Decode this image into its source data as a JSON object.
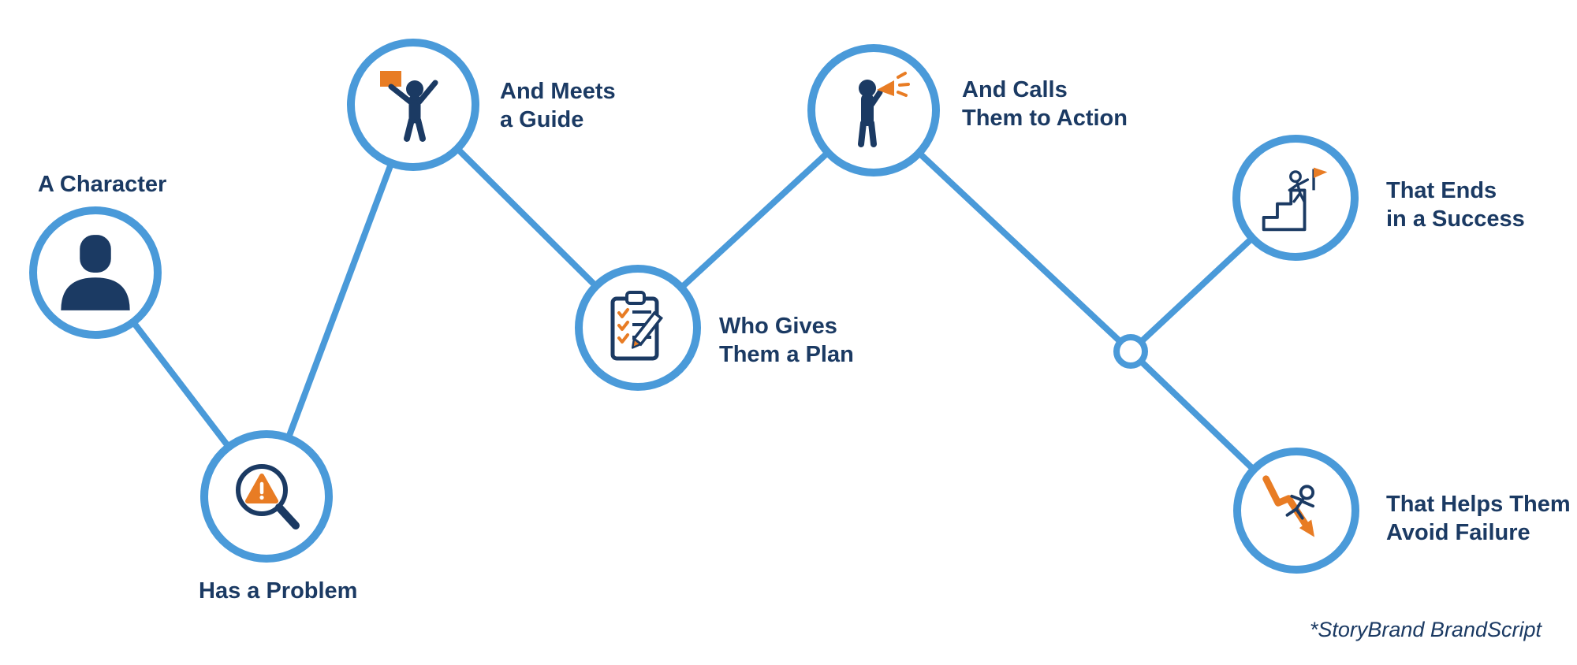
{
  "diagram": {
    "nodes": [
      {
        "id": "character",
        "label_lines": [
          "A Character"
        ],
        "icon": "person-icon"
      },
      {
        "id": "problem",
        "label_lines": [
          "Has a Problem"
        ],
        "icon": "magnifier-warning-icon"
      },
      {
        "id": "guide",
        "label_lines": [
          "And Meets",
          "a Guide"
        ],
        "icon": "flag-person-icon"
      },
      {
        "id": "plan",
        "label_lines": [
          "Who Gives",
          "Them a Plan"
        ],
        "icon": "clipboard-checklist-icon"
      },
      {
        "id": "action",
        "label_lines": [
          "And Calls",
          "Them to Action"
        ],
        "icon": "megaphone-person-icon"
      },
      {
        "id": "success",
        "label_lines": [
          "That Ends",
          "in a Success"
        ],
        "icon": "summit-flag-icon"
      },
      {
        "id": "failure",
        "label_lines": [
          "That Helps Them",
          "Avoid Failure"
        ],
        "icon": "falling-person-icon"
      }
    ],
    "footnote": "*StoryBrand BrandScript",
    "colors": {
      "circle": "#4a9ad9",
      "text": "#1b3a63",
      "accent": "#e87c24"
    }
  }
}
